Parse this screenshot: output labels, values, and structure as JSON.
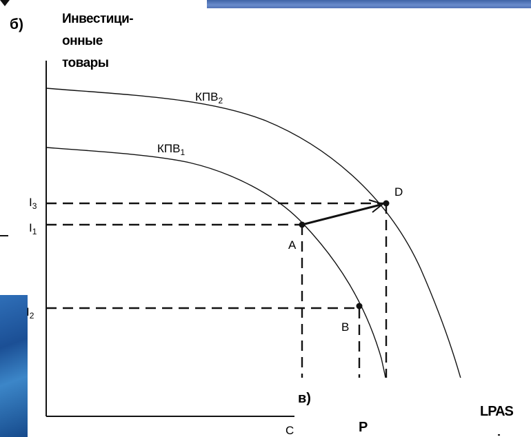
{
  "panel_b": {
    "letter": "б)",
    "y_label": [
      "Инвестици-",
      "онные",
      "товары"
    ],
    "curves": [
      {
        "name": "КПВ",
        "sub": "2"
      },
      {
        "name": "КПВ",
        "sub": "1"
      }
    ],
    "ticks": [
      {
        "main": "I",
        "sub": "3"
      },
      {
        "main": "I",
        "sub": "1"
      },
      {
        "main": "I",
        "sub": "2"
      }
    ],
    "points": [
      "A",
      "B",
      "D"
    ],
    "x_partial": "C"
  },
  "panel_v": {
    "letter": "в)",
    "y_label": "P",
    "curve_label": "LPAS"
  },
  "colors": {
    "ink": "#111111",
    "banner": "#4a6db0",
    "sea": "#1f5aa0"
  },
  "icons": [
    "down-triangle-icon"
  ]
}
